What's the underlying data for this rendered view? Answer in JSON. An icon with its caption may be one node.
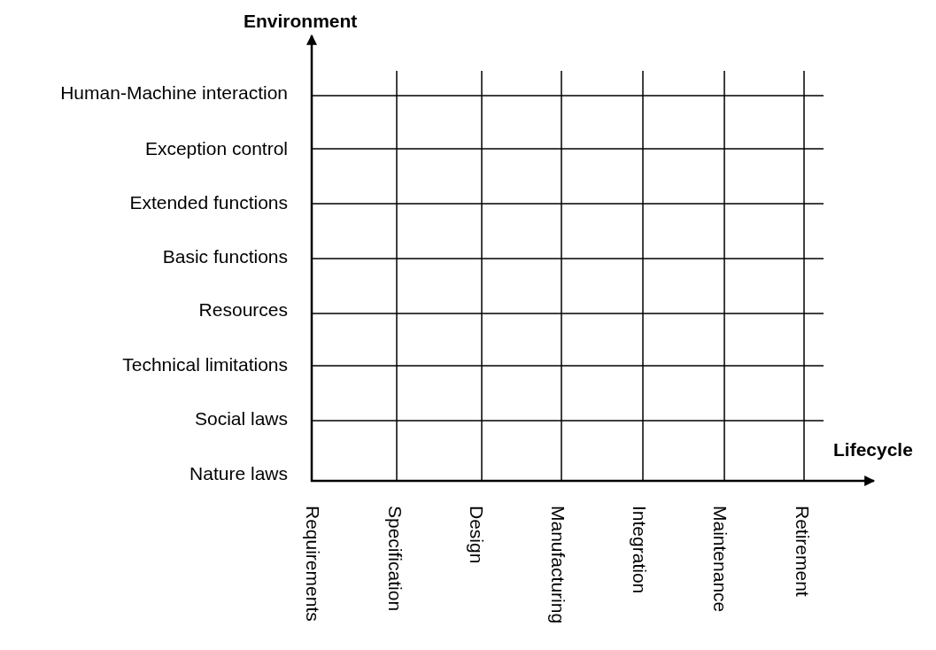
{
  "diagram": {
    "labels": [
      "Environment",
      "Human-Machine interaction",
      "Exception control",
      "Extended functions",
      "Basic functions",
      "Resources",
      "Technical limitations",
      "Social laws",
      "Nature laws",
      "Lifecycle",
      "Requirements",
      "Specification",
      "Design",
      "Manufacturing",
      "Integration",
      "Maintenance",
      "Retirement"
    ]
  }
}
